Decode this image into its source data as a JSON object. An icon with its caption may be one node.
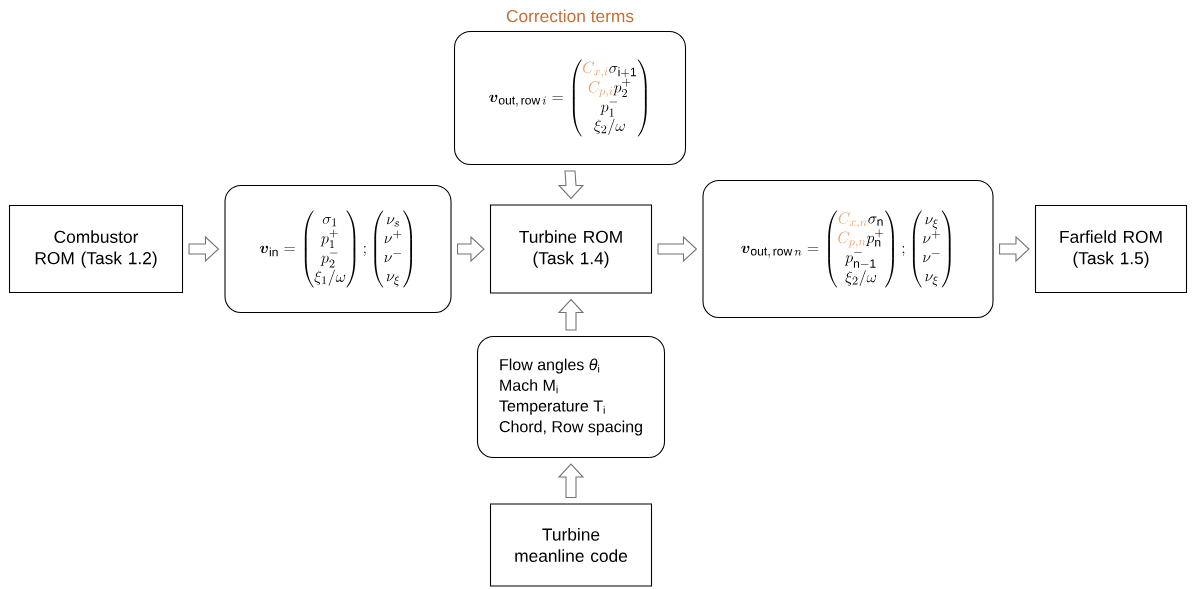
{
  "diagram": {
    "nodes": [
      {
        "text": [
          "Combustor ROM (Task 1.2)"
        ]
      },
      {
        "text": [
          "\\boldsymbol{v}_{\\mathrm{in}} = \\begin{pmatrix}\\sigma_1\\\\ p_1^+\\\\ p_2^-\\\\ \\xi_1/\\omega\\end{pmatrix};\\begin{pmatrix}\\nu_s\\\\ \\nu^+\\\\ \\nu^-\\\\ \\nu_\\xi\\end{pmatrix}"
        ]
      },
      {
        "text": [
          "Turbine ROM (Task 1.4)"
        ]
      },
      {
        "text": [
          "Correction terms",
          "\\boldsymbol{v}_{\\mathrm{out,\\,row}\\,i} = \\begin{pmatrix}\\textcolor[HTML]{E8A070}{C_{x,i}}\\sigma_{\\mathrm{i+1}}\\\\ \\textcolor[HTML]{E8A070}{C_{p,i}}p_2^+\\\\ p_1^-\\\\ \\xi_2/\\omega\\end{pmatrix}"
        ]
      },
      {
        "text": [
          "\\boldsymbol{v}_{\\mathrm{out,\\,row}\\,n} = \\begin{pmatrix}\\textcolor[HTML]{E8A070}{C_{x,n}}\\sigma_{\\mathrm{n}}\\\\ \\textcolor[HTML]{E8A070}{C_{p,n}}p_{\\mathrm{n}}^+\\\\ p_{\\mathrm{n-1}}^-\\\\ \\xi_2/\\omega\\end{pmatrix};\\begin{pmatrix}\\nu_\\xi\\\\ \\nu^+\\\\ \\nu^-\\\\ \\nu_\\xi\\end{pmatrix}"
        ]
      },
      {
        "text": [
          "Farfield ROM (Task 1.5)"
        ]
      },
      {
        "text": [
          "Flow angles *θ*$_{i}$",
          "Mach M$_{i}$",
          "Temperature T$_{i}$",
          "Chord, Row spacing"
        ]
      },
      {
        "text": [
          "Turbine meanline code"
        ]
      }
    ],
    "edges": [
      {
        "from": 0,
        "to": 1,
        "arrow": "to"
      },
      {
        "from": 1,
        "to": 2,
        "arrow": "to"
      },
      {
        "from": 2,
        "to": 4,
        "arrow": "to"
      },
      {
        "from": 4,
        "to": 5,
        "arrow": "to"
      },
      {
        "from": 3,
        "to": 2,
        "arrow": "to"
      },
      {
        "from": 6,
        "to": 2,
        "arrow": "to"
      },
      {
        "from": 7,
        "to": 6,
        "arrow": "to"
      }
    ]
  }
}
